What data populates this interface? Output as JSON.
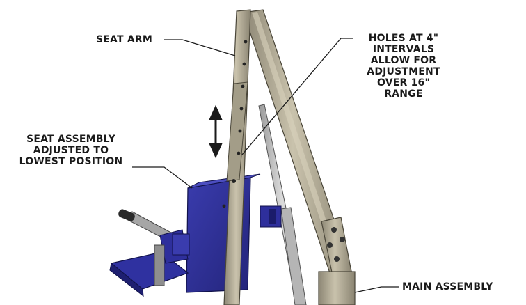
{
  "callouts": {
    "seat_arm": "SEAT ARM",
    "holes": [
      "HOLES AT 4\"",
      "INTERVALS",
      "ALLOW FOR",
      "ADJUSTMENT",
      "OVER 16\"",
      "RANGE"
    ],
    "seat_assembly": [
      "SEAT ASSEMBLY",
      "ADJUSTED TO",
      "LOWEST POSITION"
    ],
    "main_assembly": "MAIN ASSEMBLY"
  },
  "colors": {
    "seat_blue": "#2e2f9c",
    "seat_dark": "#1b1c6a",
    "metal": "#b7b09b",
    "metal_dark": "#7f7a69",
    "pole": "#bfbfbf",
    "line": "#1a1a1a"
  }
}
